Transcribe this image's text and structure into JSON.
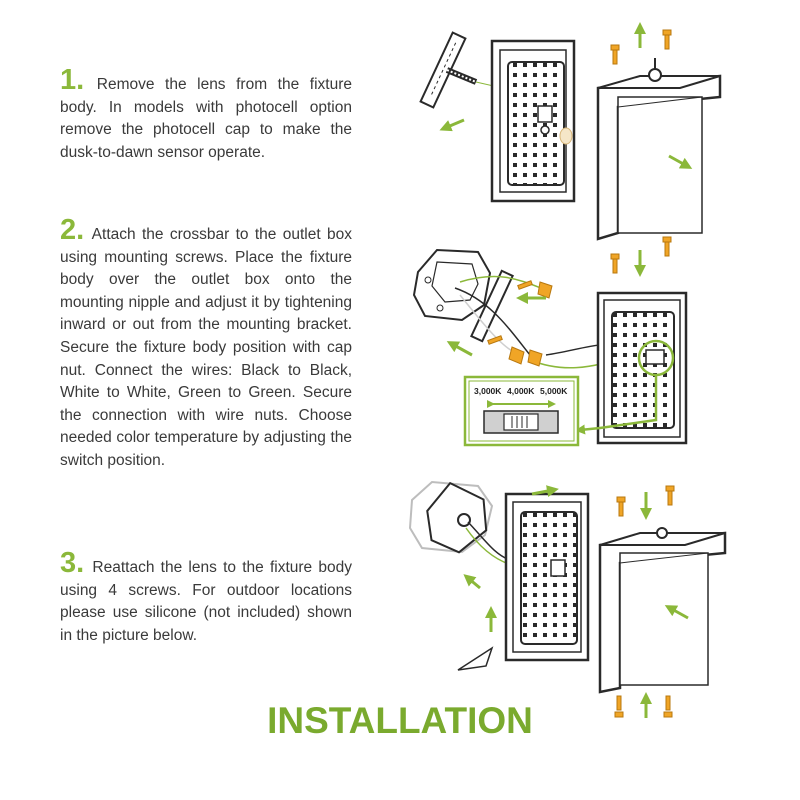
{
  "steps": [
    {
      "number": "1.",
      "text": "Remove the lens from the fixture body. In models with photocell option remove the photocell cap to make the dusk-to-dawn sensor operate."
    },
    {
      "number": "2.",
      "text": "Attach the crossbar to the outlet box using mounting screws. Place the fixture body over the outlet box onto the mounting nipple and adjust it by tightening inward or out from the mounting bracket. Secure the fixture body position with cap nut. Connect the wires: Black to Black, White to White, Green to Green. Secure the connection with wire nuts. Choose needed color temperature by adjusting the switch position."
    },
    {
      "number": "3.",
      "text": "Reattach the lens to the fixture body using 4 screws. For outdoor locations please use silicone (not included) shown in the picture below."
    }
  ],
  "title": "INSTALLATION",
  "color_switch": {
    "options": [
      "3,000K",
      "4,000K",
      "5,000K"
    ]
  },
  "colors": {
    "accent": "#8bb83a",
    "title": "#7aaa2e",
    "text": "#3a3a3a",
    "screw": "#f0a526",
    "line": "#2a2a2a"
  }
}
